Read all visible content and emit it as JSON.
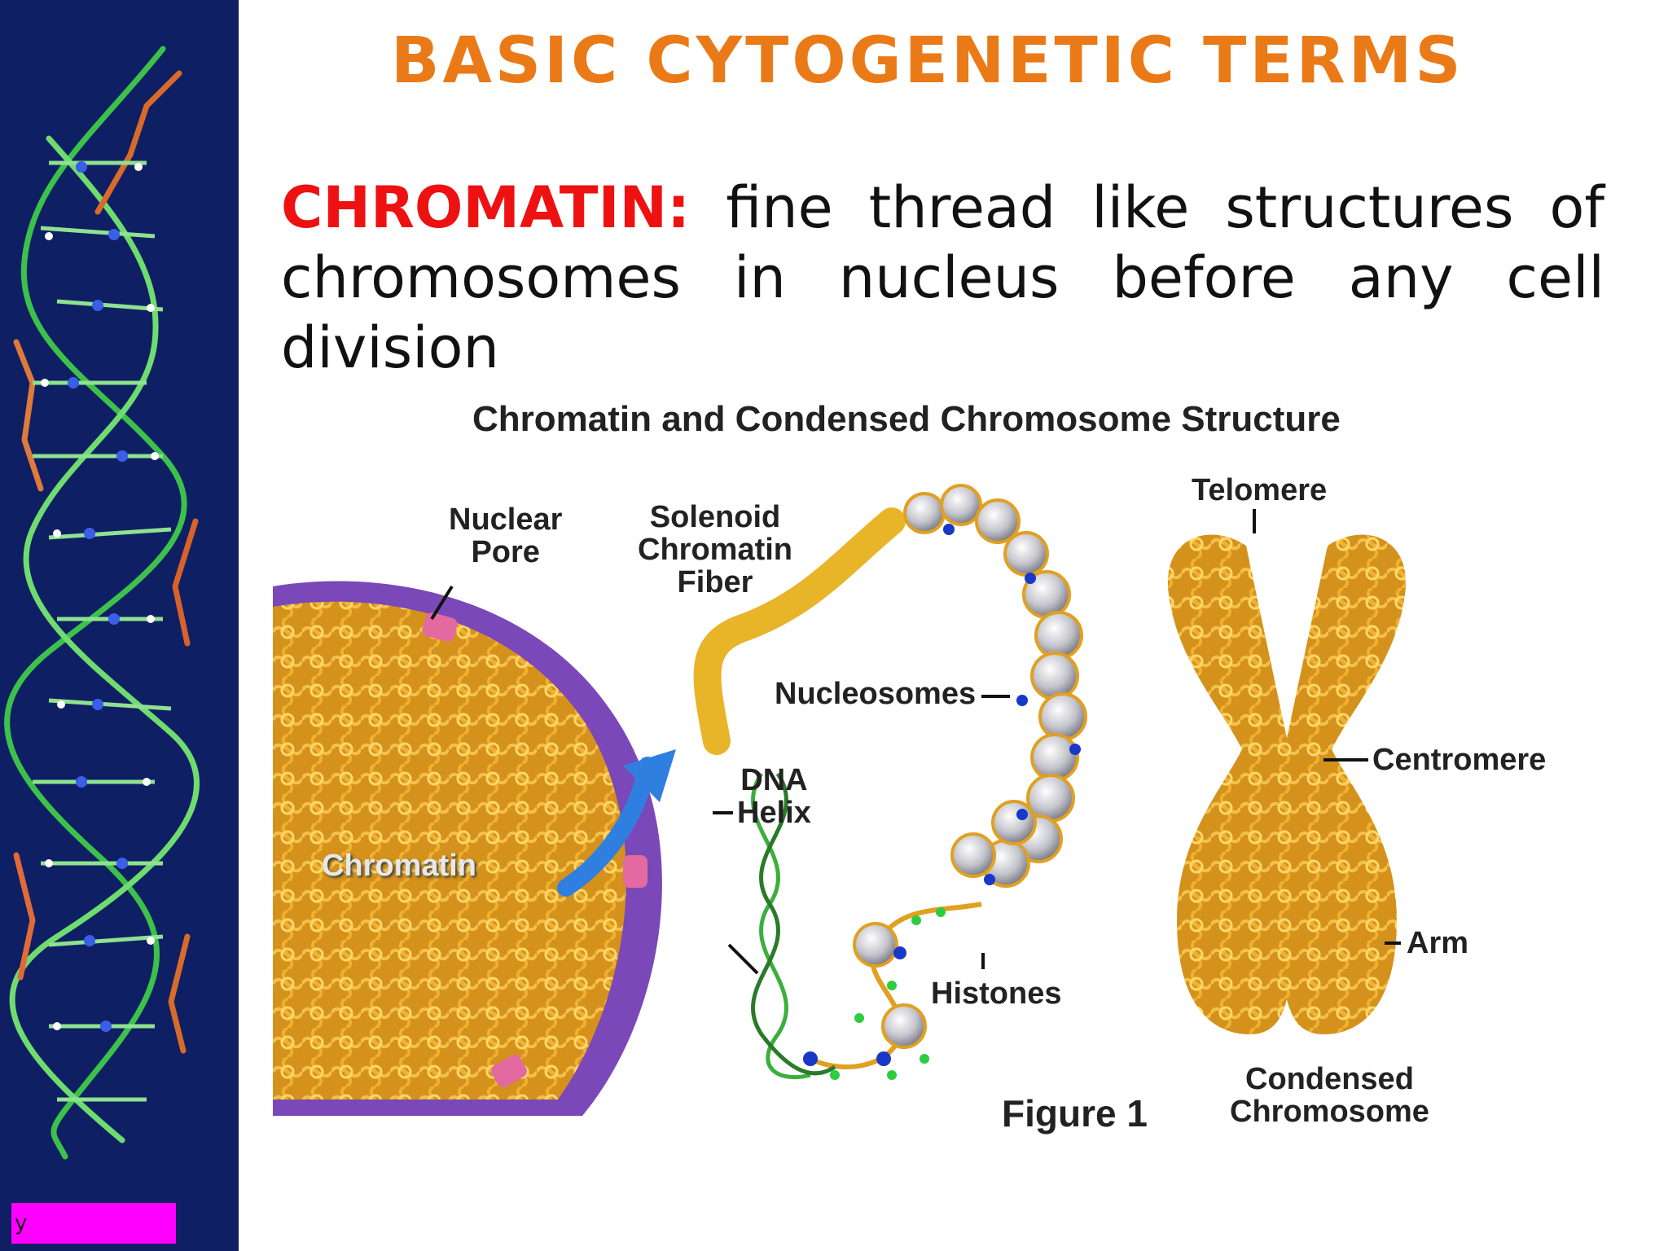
{
  "slide": {
    "title": "BASIC CYTOGENETIC TERMS",
    "definition_term": "CHROMATIN:",
    "definition_text": " fine thread like structures of chromosomes in nucleus before any cell division",
    "footer_tag": "y"
  },
  "figure": {
    "title": "Chromatin and Condensed Chromosome Structure",
    "labels": {
      "nuclear_pore": [
        "Nuclear",
        "Pore"
      ],
      "solenoid": [
        "Solenoid",
        "Chromatin",
        "Fiber"
      ],
      "telomere": "Telomere",
      "nucleosomes": "Nucleosomes",
      "dna_helix": [
        "DNA",
        "Helix"
      ],
      "centromere": "Centromere",
      "chromatin": "Chromatin",
      "histones": "Histones",
      "arm": "Arm",
      "condensed": [
        "Condensed",
        "Chromosome"
      ],
      "figure_caption": "Figure 1"
    }
  },
  "colors": {
    "side_panel": "#0f1f63",
    "title": "#ea7a17",
    "term": "#ee1111",
    "chromatin_fiber": "#e0a020",
    "nucleus_membrane": "#7a48b8",
    "footer_tag": "#ff00ff"
  }
}
